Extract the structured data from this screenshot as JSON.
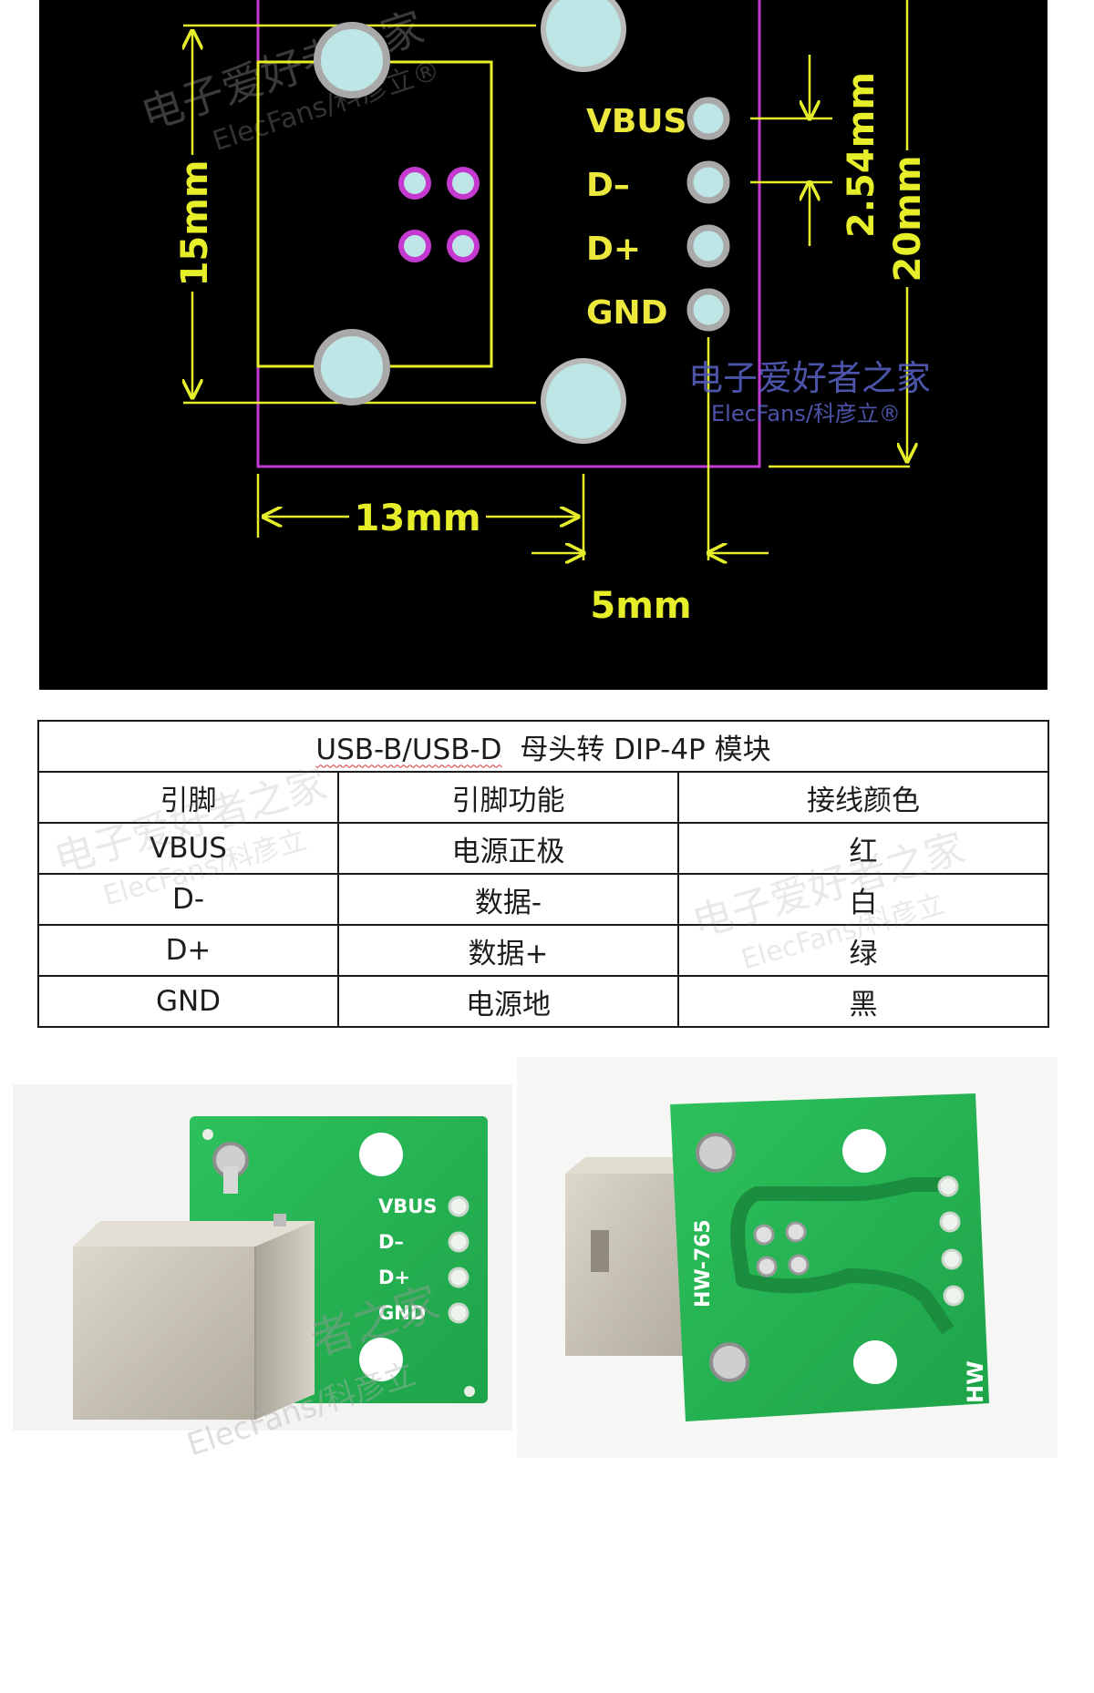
{
  "drawing": {
    "dimensions": {
      "height_mm": "15mm",
      "width_mm": "13mm",
      "pitch_mm": "2.54mm",
      "total_mm": "20mm",
      "offset_mm": "5mm"
    },
    "pins": [
      "VBUS",
      "D–",
      "D+",
      "GND"
    ],
    "watermark_cn": "电子爱好者之家",
    "watermark_en": "ElecFans/科彦立®",
    "colors": {
      "background": "#000000",
      "dimension_yellow": "#e6ee2a",
      "outline_magenta": "#c43ad0",
      "pad_fill": "#bfe6e6",
      "pad_ring": "#a9a9a9",
      "watermark_blue": "#5a63c8"
    }
  },
  "table": {
    "title_a": "USB-B/USB-D",
    "title_b": "母头转 DIP-4P 模块",
    "headers": [
      "引脚",
      "引脚功能",
      "接线颜色"
    ],
    "rows": [
      [
        "VBUS",
        "电源正极",
        "红"
      ],
      [
        "D-",
        "数据-",
        "白"
      ],
      [
        "D+",
        "数据+",
        "绿"
      ],
      [
        "GND",
        "电源地",
        "黑"
      ]
    ],
    "watermark_cn": "电子爱好者之家",
    "watermark_en": "ElecFans/科彦立"
  },
  "photos": {
    "left_silkscreen": [
      "VBUS",
      "D–",
      "D+",
      "GND"
    ],
    "right_silkscreen_model": "HW-765",
    "right_silkscreen_brand": "HW",
    "watermark_cn": "者之家",
    "watermark_en": "ElecFans/科彦立",
    "colors": {
      "pcb_green": "#22b450",
      "metal": "#c9c4b8"
    }
  }
}
